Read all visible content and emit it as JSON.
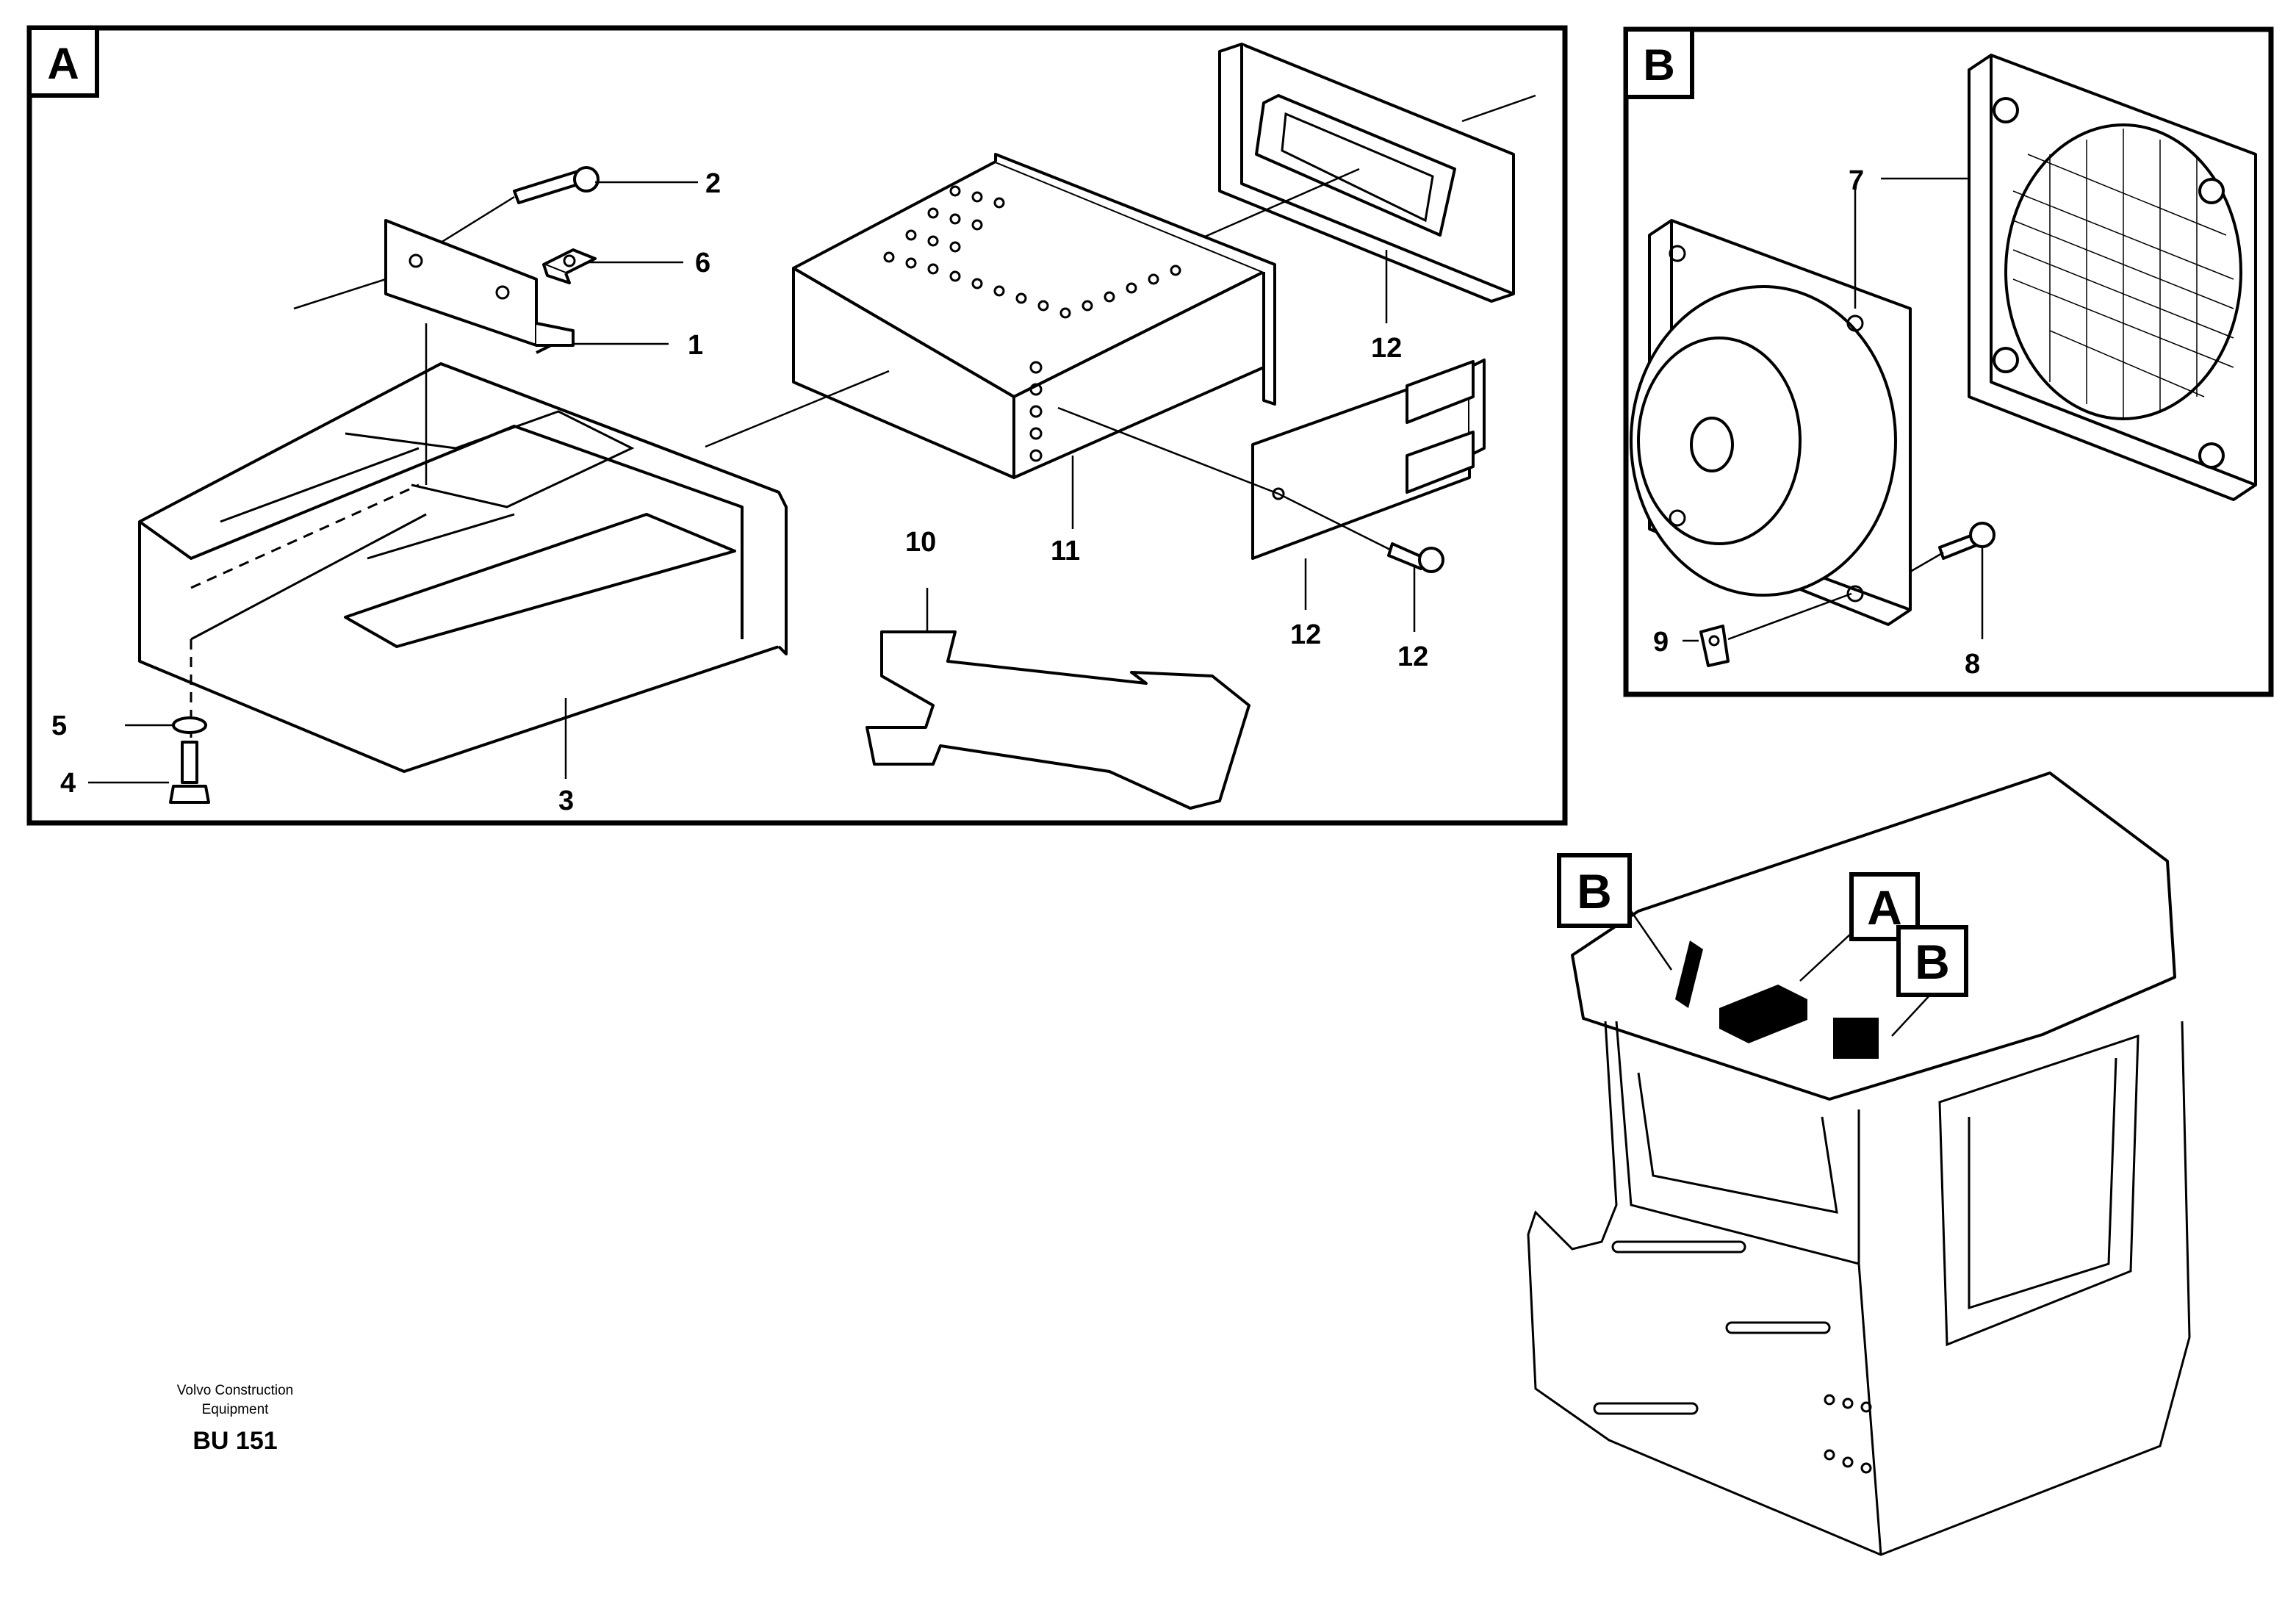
{
  "panels": {
    "a": {
      "letter": "A"
    },
    "b": {
      "letter": "B"
    }
  },
  "callouts": {
    "c1": "1",
    "c2": "2",
    "c3": "3",
    "c4": "4",
    "c5": "5",
    "c6": "6",
    "c7": "7",
    "c8": "8",
    "c9": "9",
    "c10": "10",
    "c11": "11",
    "c12a": "12",
    "c12b": "12",
    "c12c": "12"
  },
  "location_markers": {
    "left": "B",
    "center": "A",
    "right": "B"
  },
  "credit": {
    "company": "Volvo Construction Equipment",
    "code": "BU 151"
  }
}
